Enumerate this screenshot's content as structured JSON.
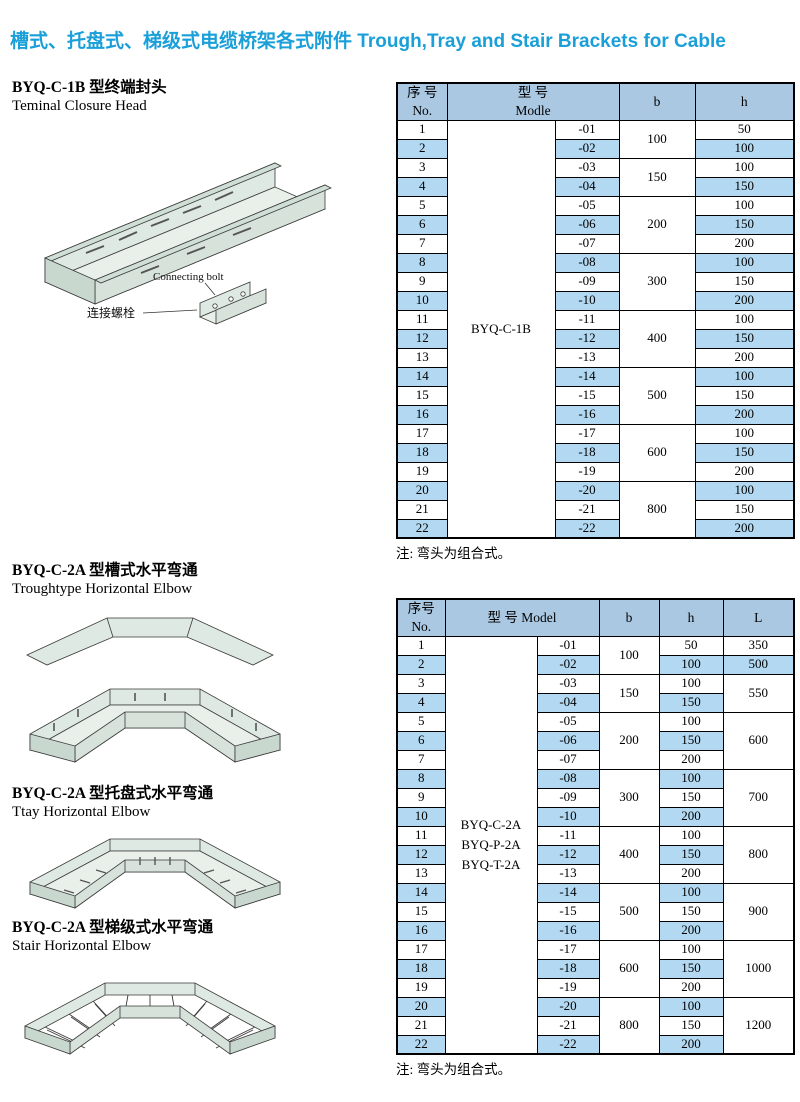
{
  "page": {
    "title_zh": "槽式、托盘式、梯级式电缆桥架各式附件",
    "title_en": " Trough,Tray and Stair Brackets for Cable"
  },
  "sections": [
    {
      "heading_zh": "BYQ-C-1B 型终端封头",
      "heading_en": "Teminal Closure Head"
    },
    {
      "heading_zh": "BYQ-C-2A 型槽式水平弯通",
      "heading_en": "Troughtype Horizontal Elbow"
    },
    {
      "heading_zh": "BYQ-C-2A 型托盘式水平弯通",
      "heading_en": "Ttay Horizontal Elbow"
    },
    {
      "heading_zh": "BYQ-C-2A 型梯级式水平弯通",
      "heading_en": "Stair Horizontal Elbow"
    }
  ],
  "drawing1": {
    "label_en": "Connecting bolt",
    "label_zh": "连接螺栓"
  },
  "table1": {
    "headers": {
      "no_zh": "序 号",
      "no_en": "No.",
      "model_zh": "型  号",
      "model_en": "Modle",
      "b": "b",
      "h": "h"
    },
    "model_names": [
      "BYQ-C-1B"
    ],
    "rows": [
      {
        "no": "1",
        "suffix": "-01",
        "h": "50"
      },
      {
        "no": "2",
        "suffix": "-02",
        "h": "100"
      },
      {
        "no": "3",
        "suffix": "-03",
        "h": "100"
      },
      {
        "no": "4",
        "suffix": "-04",
        "h": "150"
      },
      {
        "no": "5",
        "suffix": "-05",
        "h": "100"
      },
      {
        "no": "6",
        "suffix": "-06",
        "h": "150"
      },
      {
        "no": "7",
        "suffix": "-07",
        "h": "200"
      },
      {
        "no": "8",
        "suffix": "-08",
        "h": "100"
      },
      {
        "no": "9",
        "suffix": "-09",
        "h": "150"
      },
      {
        "no": "10",
        "suffix": "-10",
        "h": "200"
      },
      {
        "no": "11",
        "suffix": "-11",
        "h": "100"
      },
      {
        "no": "12",
        "suffix": "-12",
        "h": "150"
      },
      {
        "no": "13",
        "suffix": "-13",
        "h": "200"
      },
      {
        "no": "14",
        "suffix": "-14",
        "h": "100"
      },
      {
        "no": "15",
        "suffix": "-15",
        "h": "150"
      },
      {
        "no": "16",
        "suffix": "-16",
        "h": "200"
      },
      {
        "no": "17",
        "suffix": "-17",
        "h": "100"
      },
      {
        "no": "18",
        "suffix": "-18",
        "h": "150"
      },
      {
        "no": "19",
        "suffix": "-19",
        "h": "200"
      },
      {
        "no": "20",
        "suffix": "-20",
        "h": "100"
      },
      {
        "no": "21",
        "suffix": "-21",
        "h": "150"
      },
      {
        "no": "22",
        "suffix": "-22",
        "h": "200"
      }
    ],
    "b_groups": [
      {
        "value": "100",
        "span": 2
      },
      {
        "value": "150",
        "span": 2
      },
      {
        "value": "200",
        "span": 3
      },
      {
        "value": "300",
        "span": 3
      },
      {
        "value": "400",
        "span": 3
      },
      {
        "value": "500",
        "span": 3
      },
      {
        "value": "600",
        "span": 3
      },
      {
        "value": "800",
        "span": 3
      }
    ],
    "note": "注: 弯头为组合式。"
  },
  "table2": {
    "headers": {
      "no_zh": "序号",
      "no_en": "No.",
      "model": "型  号 Model",
      "b": "b",
      "h": "h",
      "L": "L"
    },
    "model_names": [
      "BYQ-C-2A",
      "BYQ-P-2A",
      "BYQ-T-2A"
    ],
    "rows": [
      {
        "no": "1",
        "suffix": "-01",
        "h": "50"
      },
      {
        "no": "2",
        "suffix": "-02",
        "h": "100"
      },
      {
        "no": "3",
        "suffix": "-03",
        "h": "100"
      },
      {
        "no": "4",
        "suffix": "-04",
        "h": "150"
      },
      {
        "no": "5",
        "suffix": "-05",
        "h": "100"
      },
      {
        "no": "6",
        "suffix": "-06",
        "h": "150"
      },
      {
        "no": "7",
        "suffix": "-07",
        "h": "200"
      },
      {
        "no": "8",
        "suffix": "-08",
        "h": "100"
      },
      {
        "no": "9",
        "suffix": "-09",
        "h": "150"
      },
      {
        "no": "10",
        "suffix": "-10",
        "h": "200"
      },
      {
        "no": "11",
        "suffix": "-11",
        "h": "100"
      },
      {
        "no": "12",
        "suffix": "-12",
        "h": "150"
      },
      {
        "no": "13",
        "suffix": "-13",
        "h": "200"
      },
      {
        "no": "14",
        "suffix": "-14",
        "h": "100"
      },
      {
        "no": "15",
        "suffix": "-15",
        "h": "150"
      },
      {
        "no": "16",
        "suffix": "-16",
        "h": "200"
      },
      {
        "no": "17",
        "suffix": "-17",
        "h": "100"
      },
      {
        "no": "18",
        "suffix": "-18",
        "h": "150"
      },
      {
        "no": "19",
        "suffix": "-19",
        "h": "200"
      },
      {
        "no": "20",
        "suffix": "-20",
        "h": "100"
      },
      {
        "no": "21",
        "suffix": "-21",
        "h": "150"
      },
      {
        "no": "22",
        "suffix": "-22",
        "h": "200"
      }
    ],
    "b_groups": [
      {
        "value": "100",
        "span": 2
      },
      {
        "value": "150",
        "span": 2
      },
      {
        "value": "200",
        "span": 3
      },
      {
        "value": "300",
        "span": 3
      },
      {
        "value": "400",
        "span": 3
      },
      {
        "value": "500",
        "span": 3
      },
      {
        "value": "600",
        "span": 3
      },
      {
        "value": "800",
        "span": 3
      }
    ],
    "L_groups": [
      {
        "value": "350",
        "span": 1
      },
      {
        "value": "500",
        "span": 1
      },
      {
        "value": "550",
        "span": 2
      },
      {
        "value": "600",
        "span": 3
      },
      {
        "value": "700",
        "span": 3
      },
      {
        "value": "800",
        "span": 3
      },
      {
        "value": "900",
        "span": 3
      },
      {
        "value": "1000",
        "span": 3
      },
      {
        "value": "1200",
        "span": 3
      }
    ],
    "note": "注: 弯头为组合式。"
  },
  "colors": {
    "title": "#1a9fd8",
    "table_header_bg": "#abc8e2",
    "row_stripe_bg": "#b2d9f1"
  }
}
